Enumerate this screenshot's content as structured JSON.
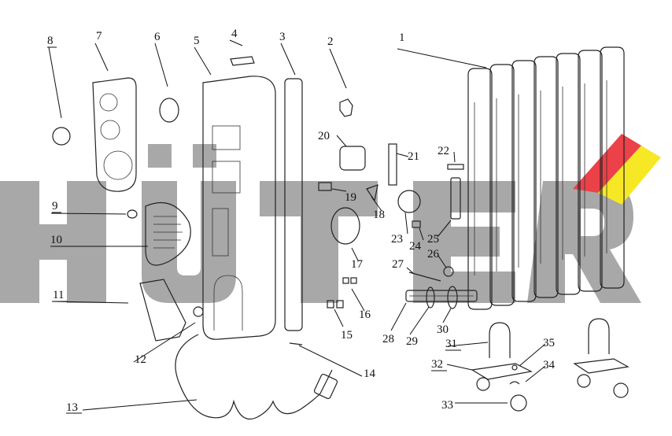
{
  "watermark": {
    "text": "HÜTER",
    "color": "#9a9a9a",
    "accent_red": "#e8202a",
    "accent_yellow": "#f5e400"
  },
  "labels": [
    "1",
    "2",
    "3",
    "4",
    "5",
    "6",
    "7",
    "8",
    "9",
    "10",
    "11",
    "12",
    "13",
    "14",
    "15",
    "16",
    "17",
    "18",
    "19",
    "20",
    "21",
    "22",
    "23",
    "24",
    "25",
    "26",
    "27",
    "28",
    "29",
    "30",
    "31",
    "32",
    "33",
    "34",
    "35"
  ]
}
